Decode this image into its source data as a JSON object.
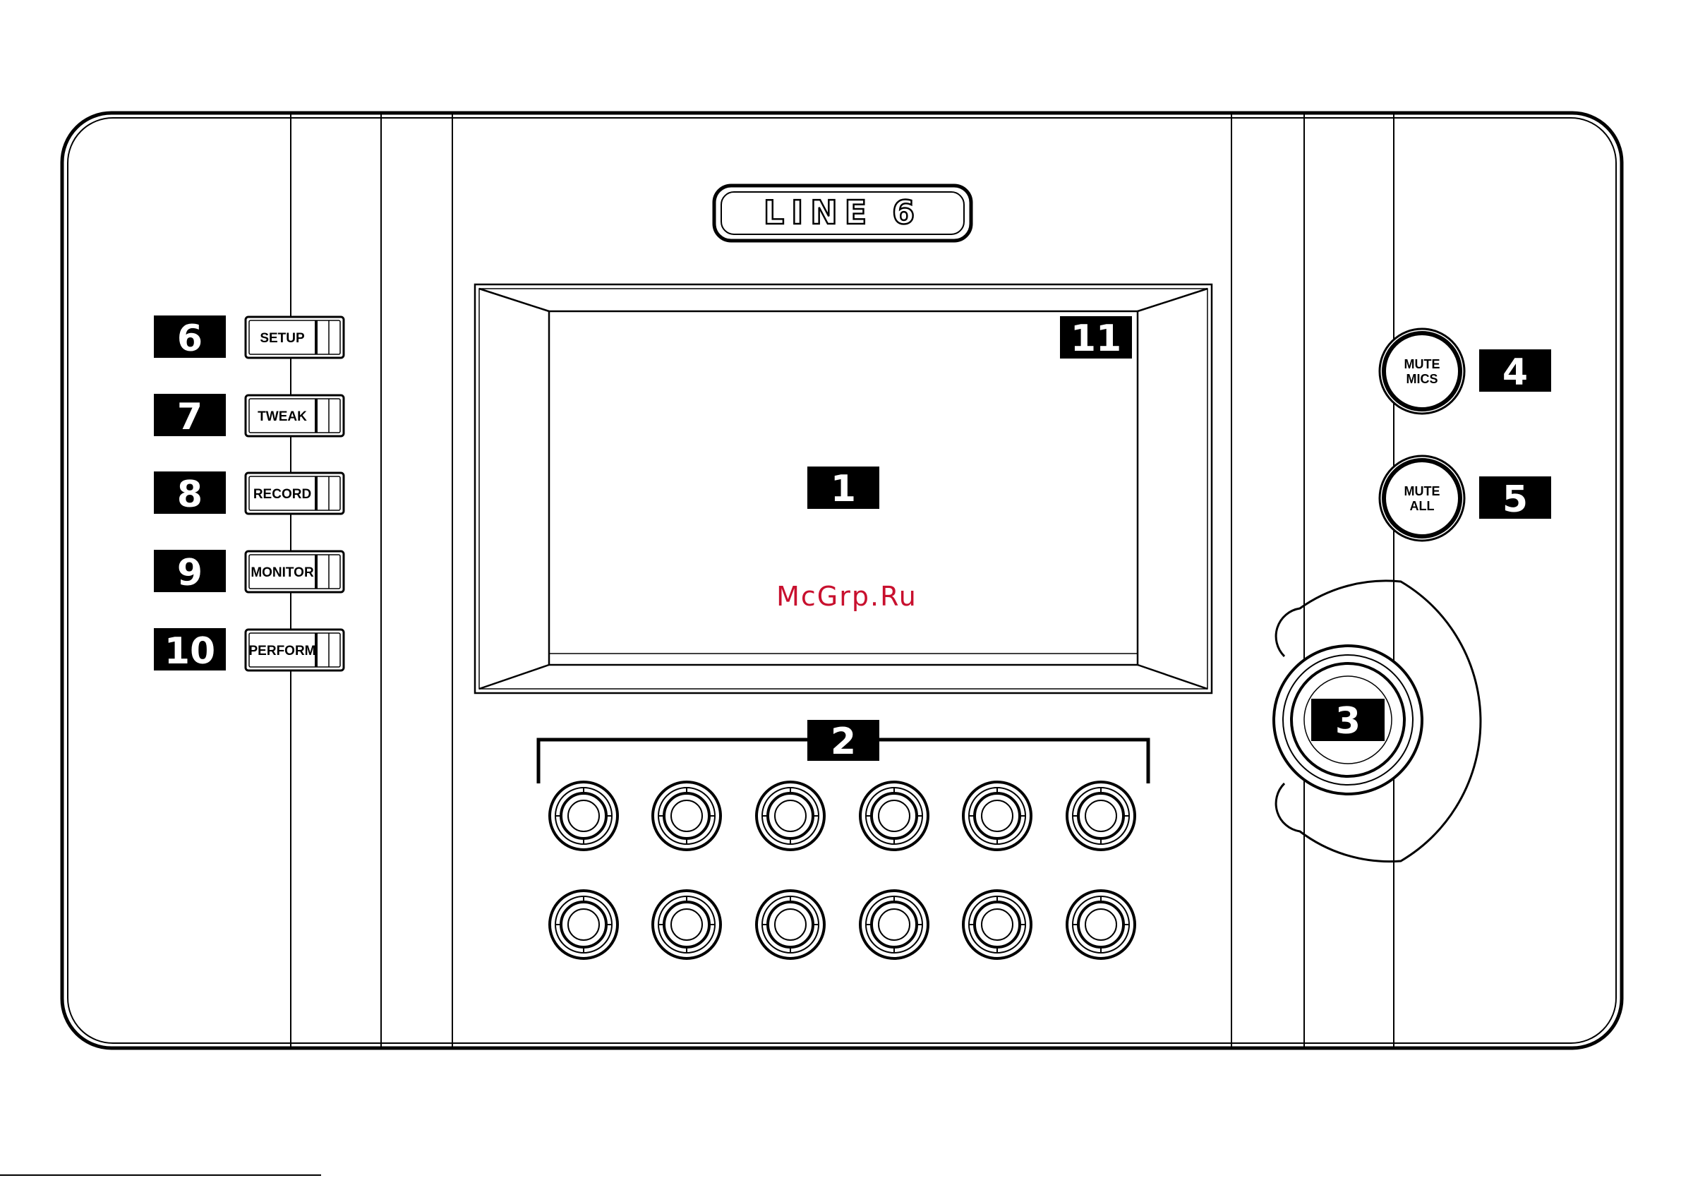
{
  "brand": {
    "logo_text": "LINE 6"
  },
  "watermark": "McGrp.Ru",
  "screen": {
    "callout": "1",
    "corner_callout": "11"
  },
  "knobs": {
    "callout": "2",
    "rows": 2,
    "per_row": 6
  },
  "encoder": {
    "callout": "3"
  },
  "mute_buttons": [
    {
      "line1": "MUTE",
      "line2": "MICS",
      "callout": "4"
    },
    {
      "line1": "MUTE",
      "line2": "ALL",
      "callout": "5"
    }
  ],
  "mode_buttons": [
    {
      "label": "SETUP",
      "callout": "6"
    },
    {
      "label": "TWEAK",
      "callout": "7"
    },
    {
      "label": "RECORD",
      "callout": "8"
    },
    {
      "label": "MONITOR",
      "callout": "9"
    },
    {
      "label": "PERFORM",
      "callout": "10"
    }
  ],
  "colors": {
    "ink": "#000000",
    "background": "#ffffff",
    "watermark": "#c8102e"
  }
}
